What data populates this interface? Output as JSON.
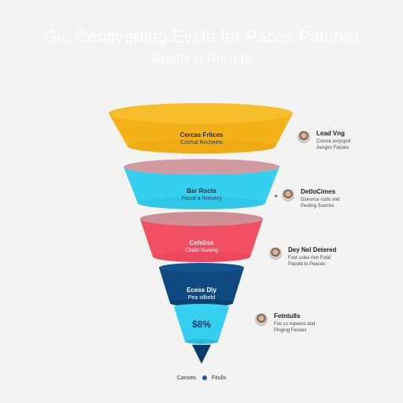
{
  "title": {
    "line1": "Gic Centiverting Evele for Paces Patured",
    "line2": "Pealfind Priruds"
  },
  "colors": {
    "background": "#f3f3f2",
    "stage_1": "#f4b21a",
    "stage_2": "#35cff0",
    "stage_3": "#f34f63",
    "stage_4": "#0e4a7f",
    "stage_5": "#35cff0",
    "stage_rim": "#d19aa1",
    "tip": "#0b3a6f",
    "legend_dot": "#1f5aa6"
  },
  "stages": [
    {
      "title": "Cercas Frlices",
      "subtitle": "Cotrhal Recheets"
    },
    {
      "title": "Bsr Rocts",
      "subtitle": "Pacrd a Rreuery"
    },
    {
      "title": "Cefsilss",
      "subtitle": "Chdst Rasing"
    },
    {
      "title": "Ecess Dly",
      "subtitle": "Pea stlkeld"
    }
  ],
  "tip_value": "$8%",
  "annotations": [
    {
      "title": "Lead Vng",
      "lines": [
        "Cosrce ssrysyrd",
        "Aesgso Facoes"
      ]
    },
    {
      "title": "DetloCimes",
      "lines": [
        "Gsesnce cods snd",
        "Pesting Socrres"
      ]
    },
    {
      "title": "Dey Nel Detered",
      "lines": [
        "Fost coles rien Fotal",
        "Pacotd to Peaces"
      ]
    },
    {
      "title": "Fetntulls",
      "lines": [
        "Fos cu mpeess and",
        "Pinging Fesoes"
      ]
    }
  ],
  "legend": {
    "left": "Canoes",
    "right": "Fitulls"
  }
}
